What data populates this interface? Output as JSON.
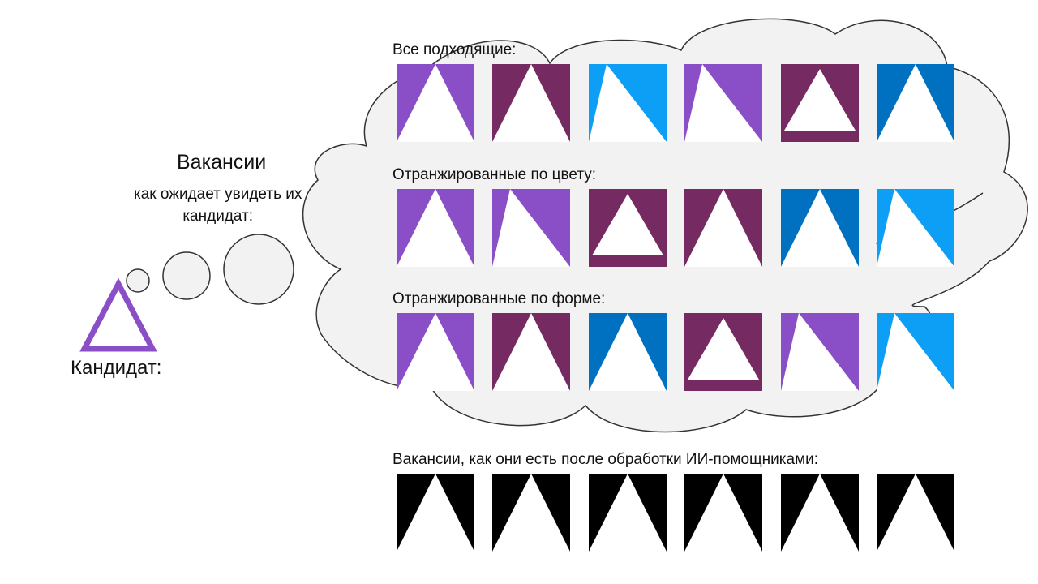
{
  "texts": {
    "vacancies_title": "Вакансии",
    "vacancies_subtitle_line1": "как ожидает увидеть их",
    "vacancies_subtitle_line2": "кандидат:",
    "candidate_label": "Кандидат:",
    "row_all_label": "Все подходящие:",
    "row_color_label": "Отранжированные по цвету:",
    "row_shape_label": "Отранжированные по форме:",
    "row_ai_label": "Вакансии, как они есть после обработки ИИ-помощниками:"
  },
  "colors": {
    "purple": "#8a4fc7",
    "plum": "#762a62",
    "sky": "#0d9ef5",
    "blue": "#0070c0",
    "black": "#000000",
    "cloud_fill": "#f2f2f2",
    "cloud_stroke": "#333333",
    "candidate_triangle": "#8a4fc7"
  },
  "rows": [
    {
      "id": "all",
      "tiles": [
        {
          "color": "purple",
          "style": "center"
        },
        {
          "color": "plum",
          "style": "center"
        },
        {
          "color": "sky",
          "style": "left"
        },
        {
          "color": "purple",
          "style": "left"
        },
        {
          "color": "plum",
          "style": "short"
        },
        {
          "color": "blue",
          "style": "center"
        }
      ]
    },
    {
      "id": "by_color",
      "tiles": [
        {
          "color": "purple",
          "style": "center"
        },
        {
          "color": "purple",
          "style": "left"
        },
        {
          "color": "plum",
          "style": "short"
        },
        {
          "color": "plum",
          "style": "center"
        },
        {
          "color": "blue",
          "style": "center"
        },
        {
          "color": "sky",
          "style": "left"
        }
      ]
    },
    {
      "id": "by_shape",
      "tiles": [
        {
          "color": "purple",
          "style": "center"
        },
        {
          "color": "plum",
          "style": "center"
        },
        {
          "color": "blue",
          "style": "center"
        },
        {
          "color": "plum",
          "style": "short"
        },
        {
          "color": "purple",
          "style": "left"
        },
        {
          "color": "sky",
          "style": "left"
        }
      ]
    },
    {
      "id": "ai",
      "tiles": [
        {
          "color": "black",
          "style": "center"
        },
        {
          "color": "black",
          "style": "center"
        },
        {
          "color": "black",
          "style": "center"
        },
        {
          "color": "black",
          "style": "center"
        },
        {
          "color": "black",
          "style": "center"
        },
        {
          "color": "black",
          "style": "center"
        }
      ]
    }
  ]
}
